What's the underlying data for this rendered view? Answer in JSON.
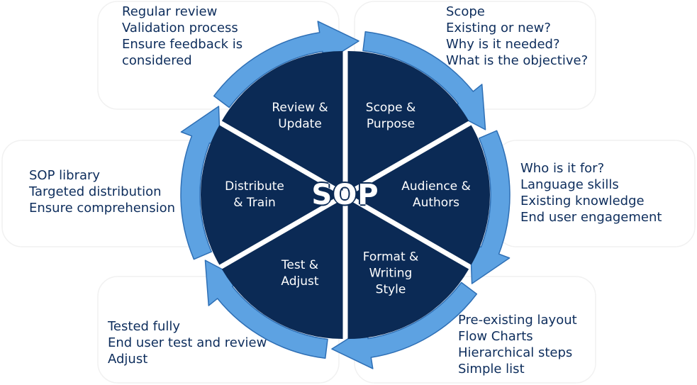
{
  "center": {
    "label": "SOP"
  },
  "colors": {
    "segment": "#0b2a55",
    "ring": "#5da2e2",
    "ring_outline": "#2e6fb5",
    "note_text": "#0d2d5c",
    "segment_text": "#ffffff"
  },
  "segments": [
    {
      "id": "scope",
      "lines": [
        "Scope &",
        "Purpose"
      ]
    },
    {
      "id": "audience",
      "lines": [
        "Audience &",
        "Authors"
      ]
    },
    {
      "id": "format",
      "lines": [
        "Format &",
        "Writing",
        "Style"
      ]
    },
    {
      "id": "test",
      "lines": [
        "Test &",
        "Adjust"
      ]
    },
    {
      "id": "distribute",
      "lines": [
        "Distribute",
        "& Train"
      ]
    },
    {
      "id": "review",
      "lines": [
        "Review &",
        "Update"
      ]
    }
  ],
  "notes": {
    "scope": [
      "Scope",
      "Existing or new?",
      "Why is it needed?",
      "What is the objective?"
    ],
    "audience": [
      "Who is it for?",
      "Language skills",
      "Existing knowledge",
      "End user engagement"
    ],
    "format": [
      "Pre-existing layout",
      "Flow Charts",
      "Hierarchical steps",
      "Simple list"
    ],
    "test": [
      "Tested fully",
      "End user test and review",
      "Adjust"
    ],
    "distribute": [
      "SOP library",
      "Targeted distribution",
      "Ensure comprehension"
    ],
    "review": [
      "Regular review",
      "Validation process",
      "Ensure feedback is",
      "considered"
    ]
  }
}
